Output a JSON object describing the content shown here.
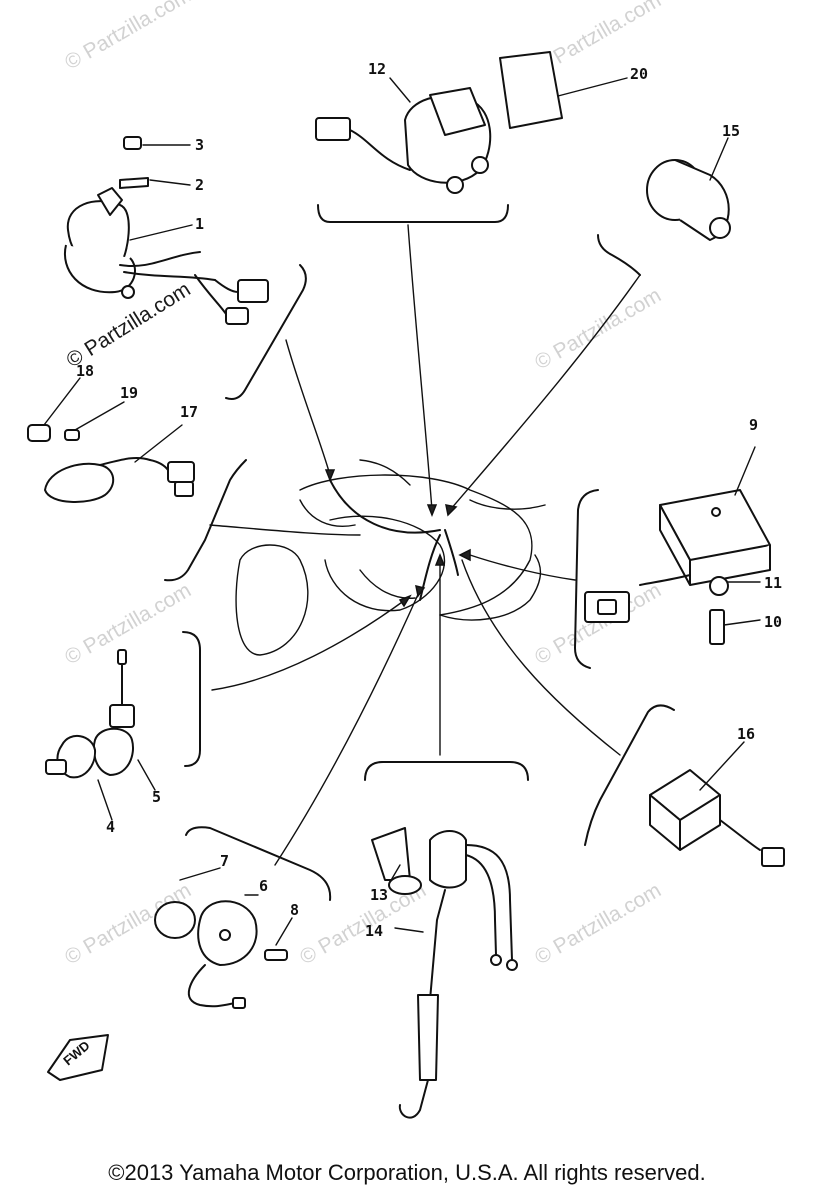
{
  "watermark": {
    "text": "© Partzilla.com"
  },
  "callouts": [
    {
      "id": "1",
      "label": "1"
    },
    {
      "id": "2",
      "label": "2"
    },
    {
      "id": "3",
      "label": "3"
    },
    {
      "id": "4",
      "label": "4"
    },
    {
      "id": "5",
      "label": "5"
    },
    {
      "id": "6",
      "label": "6"
    },
    {
      "id": "7",
      "label": "7"
    },
    {
      "id": "8",
      "label": "8"
    },
    {
      "id": "9",
      "label": "9"
    },
    {
      "id": "10",
      "label": "10"
    },
    {
      "id": "11",
      "label": "11"
    },
    {
      "id": "12",
      "label": "12"
    },
    {
      "id": "13",
      "label": "13"
    },
    {
      "id": "14",
      "label": "14"
    },
    {
      "id": "15",
      "label": "15"
    },
    {
      "id": "16",
      "label": "16"
    },
    {
      "id": "17",
      "label": "17"
    },
    {
      "id": "18",
      "label": "18"
    },
    {
      "id": "19",
      "label": "19"
    },
    {
      "id": "20",
      "label": "20"
    }
  ],
  "forward_marker": "FWD",
  "copyright": "©2013 Yamaha Motor Corporation, U.S.A. All rights reserved."
}
